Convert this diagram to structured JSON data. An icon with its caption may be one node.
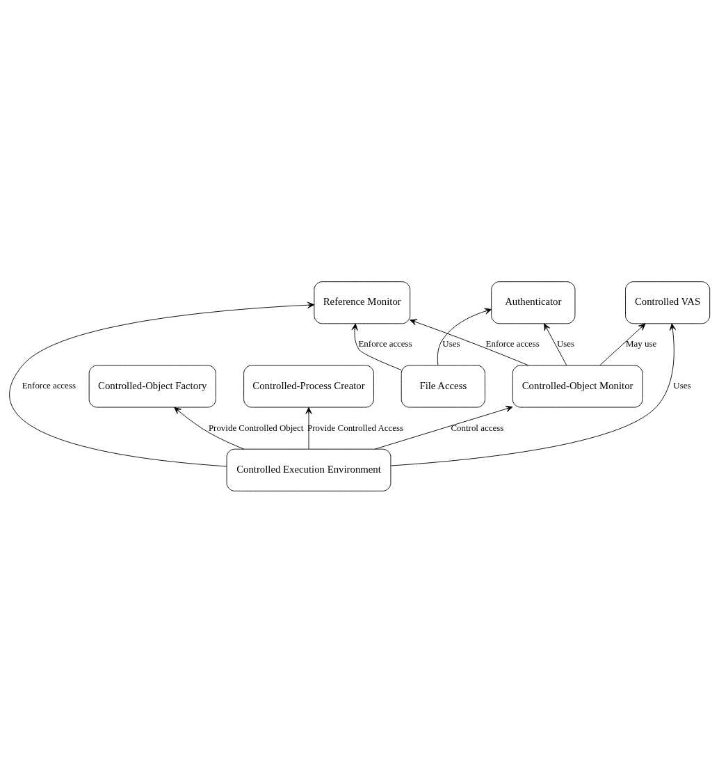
{
  "diagram": {
    "nodes": [
      {
        "text": [
          "Authenticator"
        ]
      },
      {
        "text": [
          "Controlled-Object Factory"
        ]
      },
      {
        "text": [
          "Controlled-Process Creator"
        ]
      },
      {
        "text": [
          "Controlled Execution Environment"
        ]
      },
      {
        "text": [
          "File Access"
        ]
      },
      {
        "text": [
          "Controlled-Object Monitor"
        ]
      },
      {
        "text": [
          "Reference Monitor"
        ]
      },
      {
        "text": [
          "Controlled VAS"
        ]
      }
    ],
    "edges": [
      {
        "from": 4,
        "to": 0,
        "arrow": "to",
        "label": "Uses"
      },
      {
        "from": 5,
        "to": 0,
        "arrow": "to",
        "label": "Uses"
      },
      {
        "from": 3,
        "to": 1,
        "arrow": "to",
        "label": "Provide Controlled Object"
      },
      {
        "from": 3,
        "to": 2,
        "arrow": "to",
        "label": "Provide Controlled Access"
      },
      {
        "from": 3,
        "to": 5,
        "arrow": "to",
        "label": "Control access"
      },
      {
        "from": 3,
        "to": 6,
        "arrow": "to",
        "label": "Enforce access"
      },
      {
        "from": 3,
        "to": 7,
        "arrow": "to",
        "label": "Uses"
      },
      {
        "from": 5,
        "to": 7,
        "arrow": "to",
        "label": "May use"
      },
      {
        "from": 4,
        "to": 6,
        "arrow": "to",
        "label": "Enforce access"
      },
      {
        "from": 5,
        "to": 6,
        "arrow": "to",
        "label": "Enforce access"
      }
    ]
  }
}
